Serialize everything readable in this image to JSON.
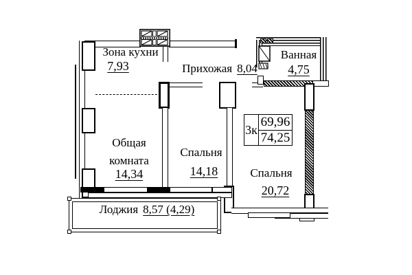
{
  "rooms": {
    "kitchen": {
      "name": "Зона кухни",
      "area": "7,93"
    },
    "hallway": {
      "name": "Прихожая",
      "area": "8,04"
    },
    "bathroom": {
      "name": "Ванная",
      "area": "4,75"
    },
    "living_room": {
      "name": "Общая комната",
      "area": "14,34"
    },
    "bedroom_1": {
      "name": "Спальня",
      "area": "14,18"
    },
    "bedroom_2": {
      "name": "Спальня",
      "area": "20,72"
    },
    "loggia": {
      "name": "Лоджия",
      "area": "8,57 (4,29)"
    }
  },
  "info_table": {
    "rooms_count": "3к",
    "living_area": "69,96",
    "total_area": "74,25"
  },
  "colors": {
    "line": "#000000",
    "background": "#ffffff"
  }
}
